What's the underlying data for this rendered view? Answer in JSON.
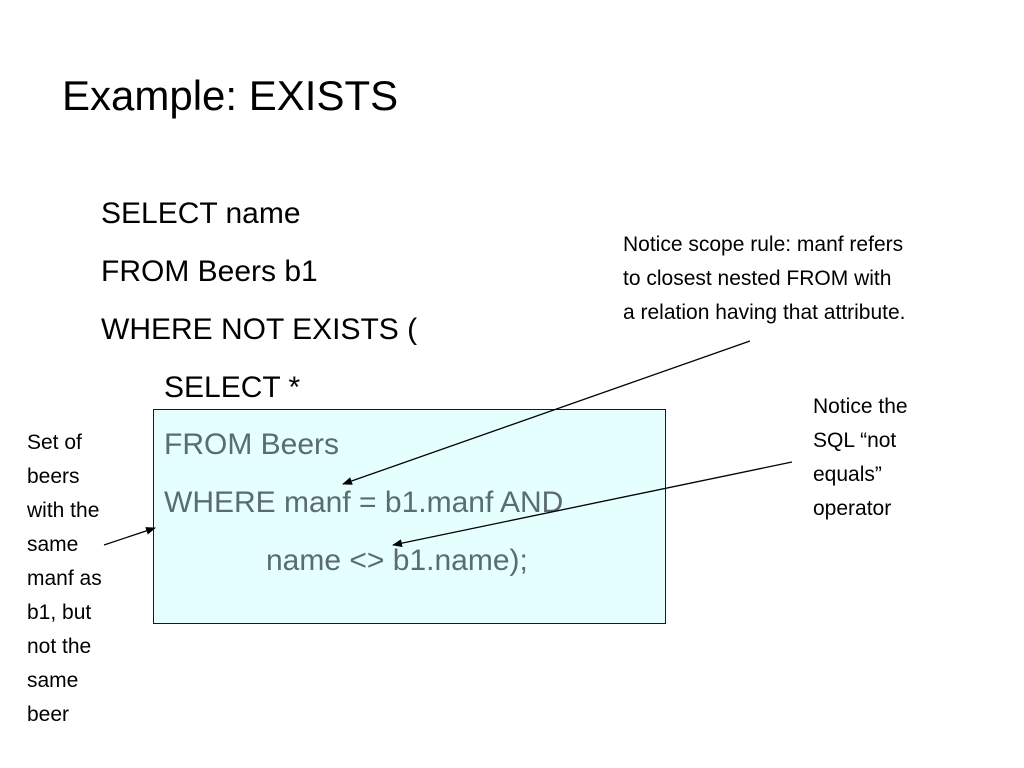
{
  "slide": {
    "title": "Example: EXISTS",
    "query_lines": [
      "SELECT name",
      "FROM Beers b1",
      "WHERE NOT EXISTS (",
      "SELECT *",
      "FROM Beers",
      "WHERE manf = b1.manf AND",
      "name <> b1.name);"
    ],
    "notes": {
      "scope_rule": [
        "Notice scope rule: manf refers",
        "to closest nested FROM with",
        "a relation having that attribute."
      ],
      "not_equals": [
        "Notice the",
        "SQL “not",
        "equals”",
        "operator"
      ],
      "set_of_beers": [
        "Set of",
        "beers",
        "with the",
        "same",
        "manf as",
        "b1, but",
        "not the",
        "same",
        "beer"
      ]
    },
    "colors": {
      "highlight_background": "#e5ffff",
      "dimmed_text": "#5b6b72"
    }
  }
}
